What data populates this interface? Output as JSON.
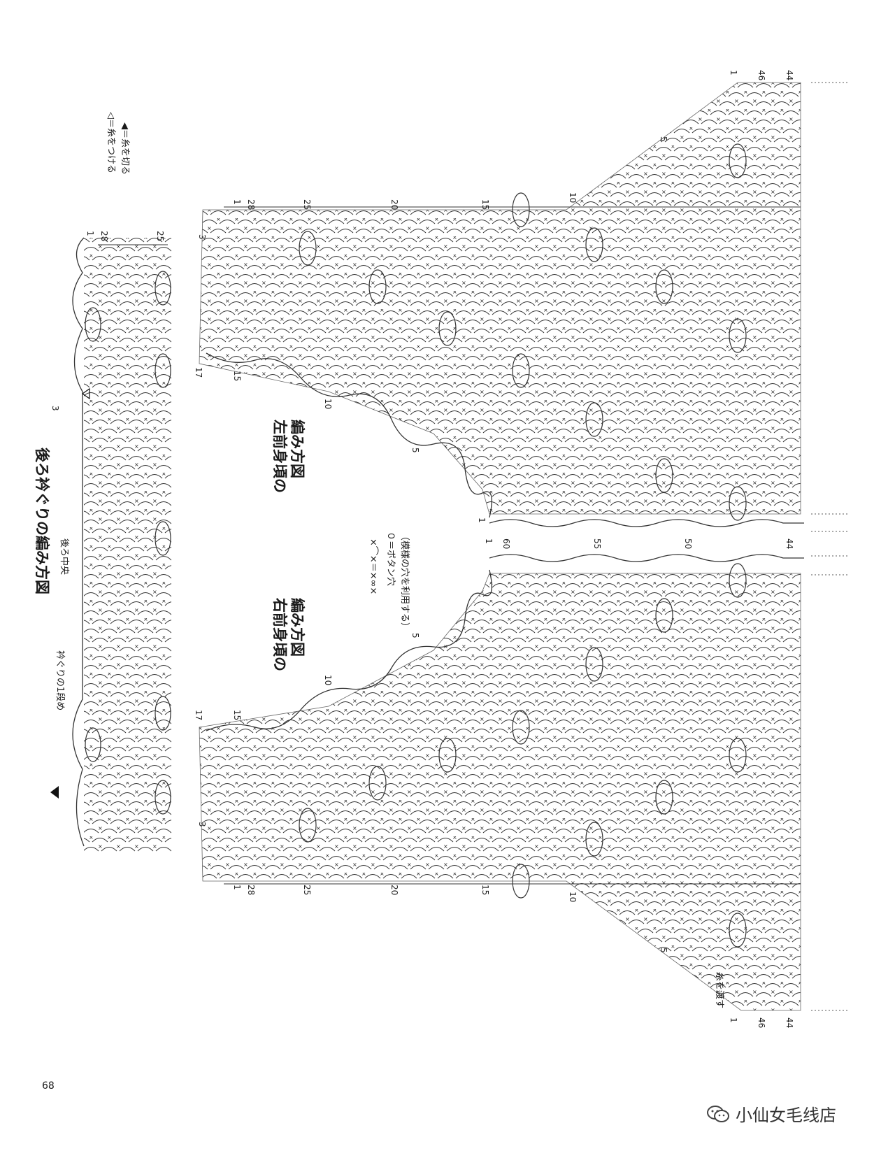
{
  "page": {
    "page_number": "68",
    "watermark": "小仙女毛线店"
  },
  "legend": {
    "join_yarn": "◁＝糸をつける",
    "cut_yarn": "◀＝糸を切る",
    "buttonhole_formula": "×⌒×＝×∞×",
    "buttonhole_note": "０＝ボタン穴",
    "buttonhole_note_sub": "（模様の穴を利用する）"
  },
  "diagrams": {
    "back_neck": {
      "title": "後ろ衿ぐりの編み方図",
      "row_first": "衿ぐりの1段め",
      "center_back": "後ろ中央",
      "row_labels": [
        "1",
        "28",
        "25"
      ],
      "stitch_label": "3"
    },
    "left_front": {
      "title": "左前身頃の",
      "title_line2": "編み方図",
      "top_row_labels": [
        "1",
        "28",
        "25",
        "20",
        "15",
        "10",
        "5",
        "1",
        "46",
        "44"
      ],
      "side_numbers": [
        "3",
        "17",
        "15",
        "10",
        "5",
        "1"
      ]
    },
    "right_front": {
      "title": "右前身頃の",
      "title_line2": "編み方図",
      "bottom_row_labels": [
        "1",
        "28",
        "25",
        "20",
        "15",
        "10",
        "5",
        "1",
        "46",
        "44"
      ],
      "side_numbers": [
        "3",
        "17",
        "15",
        "10",
        "5"
      ],
      "pass_yarn": "糸を渡す"
    },
    "front_band": {
      "row_labels": [
        "1",
        "60",
        "55",
        "50",
        "44"
      ]
    }
  }
}
